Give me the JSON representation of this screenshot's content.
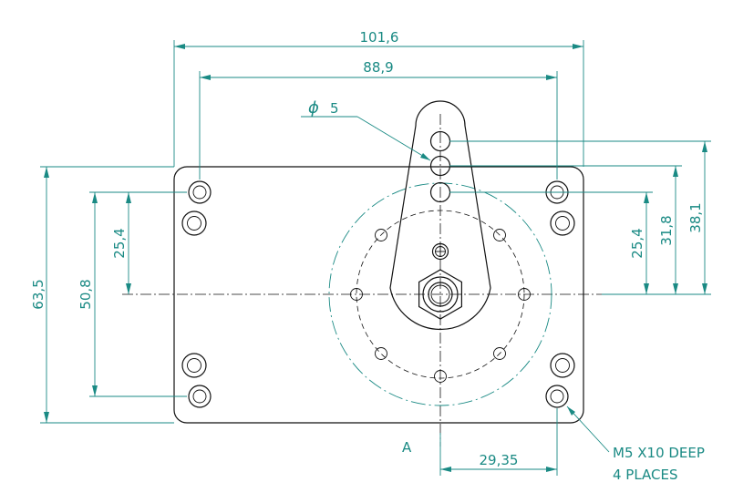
{
  "drawing": {
    "dimensions": {
      "overall_width": "101,6",
      "hole_spacing_x": "88,9",
      "hole_diameter": "5",
      "overall_height": "63,5",
      "hole_spacing_y": "50,8",
      "left_half_spacing": "25,4",
      "right_half_spacing": "25,4",
      "arm_hole_2": "31,8",
      "arm_hole_3": "38,1",
      "offset_x": "29,35"
    },
    "diameter_symbol": "ϕ",
    "view_label": "A",
    "callout_line1": "M5 X10 DEEP",
    "callout_line2": "4 PLACES"
  }
}
